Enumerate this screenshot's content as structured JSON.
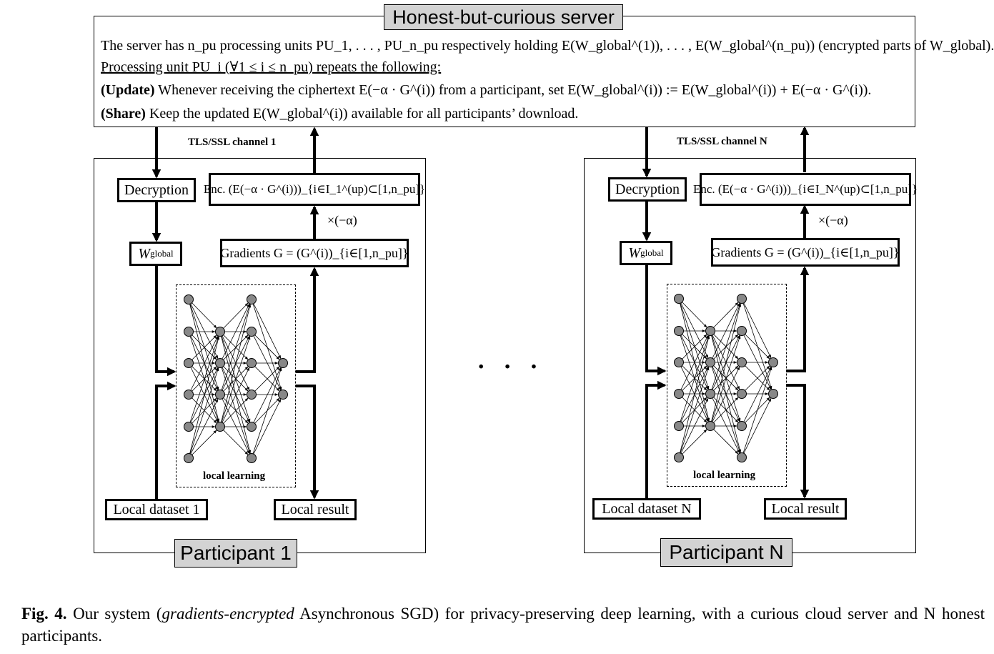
{
  "server": {
    "title": "Honest-but-curious server",
    "line1": "The server has n_pu processing units PU_1, . . . , PU_n_pu respectively holding E(W_global^(1)), . . . , E(W_global^(n_pu)) (encrypted parts of W_global).",
    "line2": "Processing unit PU_i (∀1 ≤ i ≤ n_pu) repeats the following:",
    "update_label": "(Update)",
    "update_text": " Whenever receiving the ciphertext E(−α · G^(i)) from a participant, set E(W_global^(i)) := E(W_global^(i)) + E(−α · G^(i)).",
    "share_label": "(Share)",
    "share_text": "   Keep the updated E(W_global^(i)) available for all participants’ download."
  },
  "participants": [
    {
      "name": "Participant 1",
      "channel": "TLS/SSL channel 1",
      "decryption": "Decryption",
      "w_global": "W",
      "w_global_sub": "global",
      "enc": "Enc. (E(−α · G^(i)))_{i∈I_1^(up)⊂[1,n_pu]}",
      "gradients": "Gradients G = (G^(i))_{i∈[1,n_pu]}",
      "multiply": "×(−α)",
      "local_learning": "local learning",
      "dataset": "Local dataset 1",
      "result": "Local result"
    },
    {
      "name": "Participant N",
      "channel": "TLS/SSL channel N",
      "decryption": "Decryption",
      "w_global": "W",
      "w_global_sub": "global",
      "enc": "Enc. (E(−α · G^(i)))_{i∈I_N^(up)⊂[1,n_pu]}",
      "gradients": "Gradients G = (G^(i))_{i∈[1,n_pu]}",
      "multiply": "×(−α)",
      "local_learning": "local learning",
      "dataset": "Local dataset N",
      "result": "Local result"
    }
  ],
  "ellipsis": ". . .",
  "caption": {
    "label": "Fig. 4.",
    "text_a": " Our system (",
    "text_italic": "gradients-encrypted",
    "text_b": " Asynchronous SGD) for privacy-preserving deep learning, with a curious cloud server and N honest participants."
  }
}
